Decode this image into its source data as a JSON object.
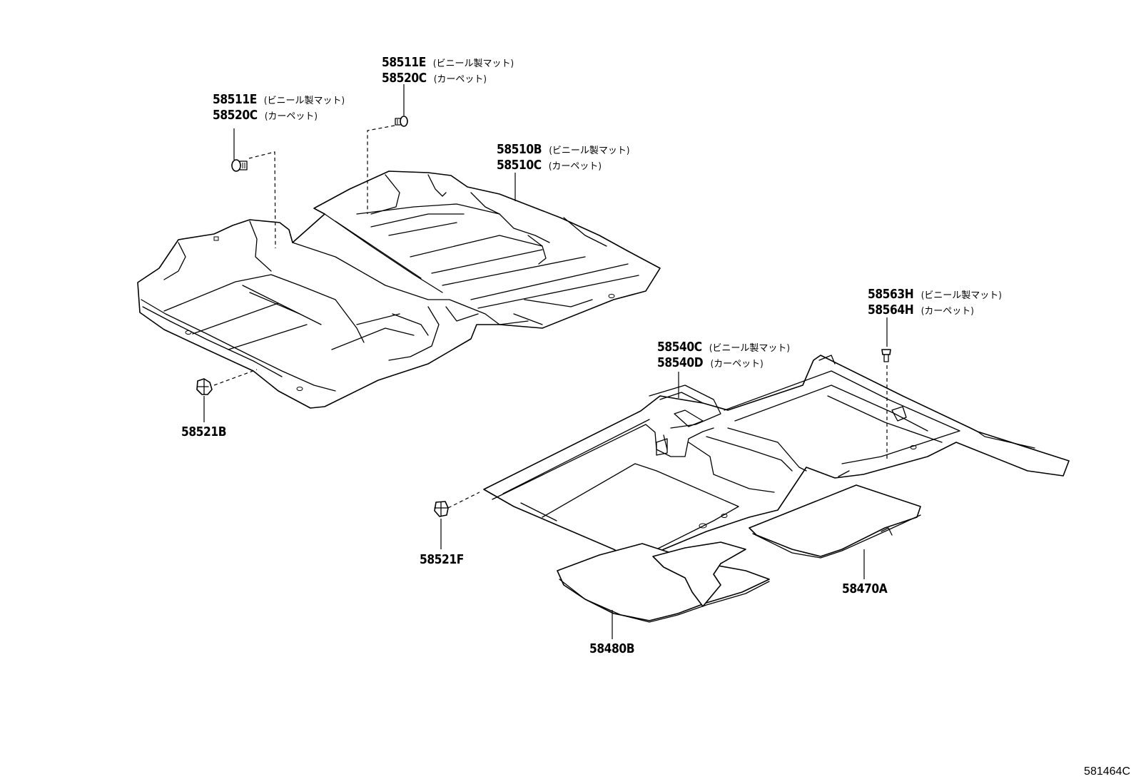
{
  "callouts": {
    "clip_front_top": {
      "part1": "58511E",
      "note1": "(ビニール製マット)",
      "part2": "58520C",
      "note2": "(カーペット)"
    },
    "clip_front_left": {
      "part1": "58511E",
      "note1": "(ビニール製マット)",
      "part2": "58520C",
      "note2": "(カーペット)"
    },
    "front_mat": {
      "part1": "58510B",
      "note1": "(ビニール製マット)",
      "part2": "58510C",
      "note2": "(カーペット)"
    },
    "rear_clip": {
      "part1": "58563H",
      "note1": "(ビニール製マット)",
      "part2": "58564H",
      "note2": "(カーペット)"
    },
    "rear_mat": {
      "part1": "58540C",
      "note1": "(ビニール製マット)",
      "part2": "58540D",
      "note2": "(カーペット)"
    },
    "hook_front": "58521B",
    "hook_rear": "58521F",
    "pad_right": "58470A",
    "pad_left": "58480B"
  },
  "reference_code": "581464C"
}
